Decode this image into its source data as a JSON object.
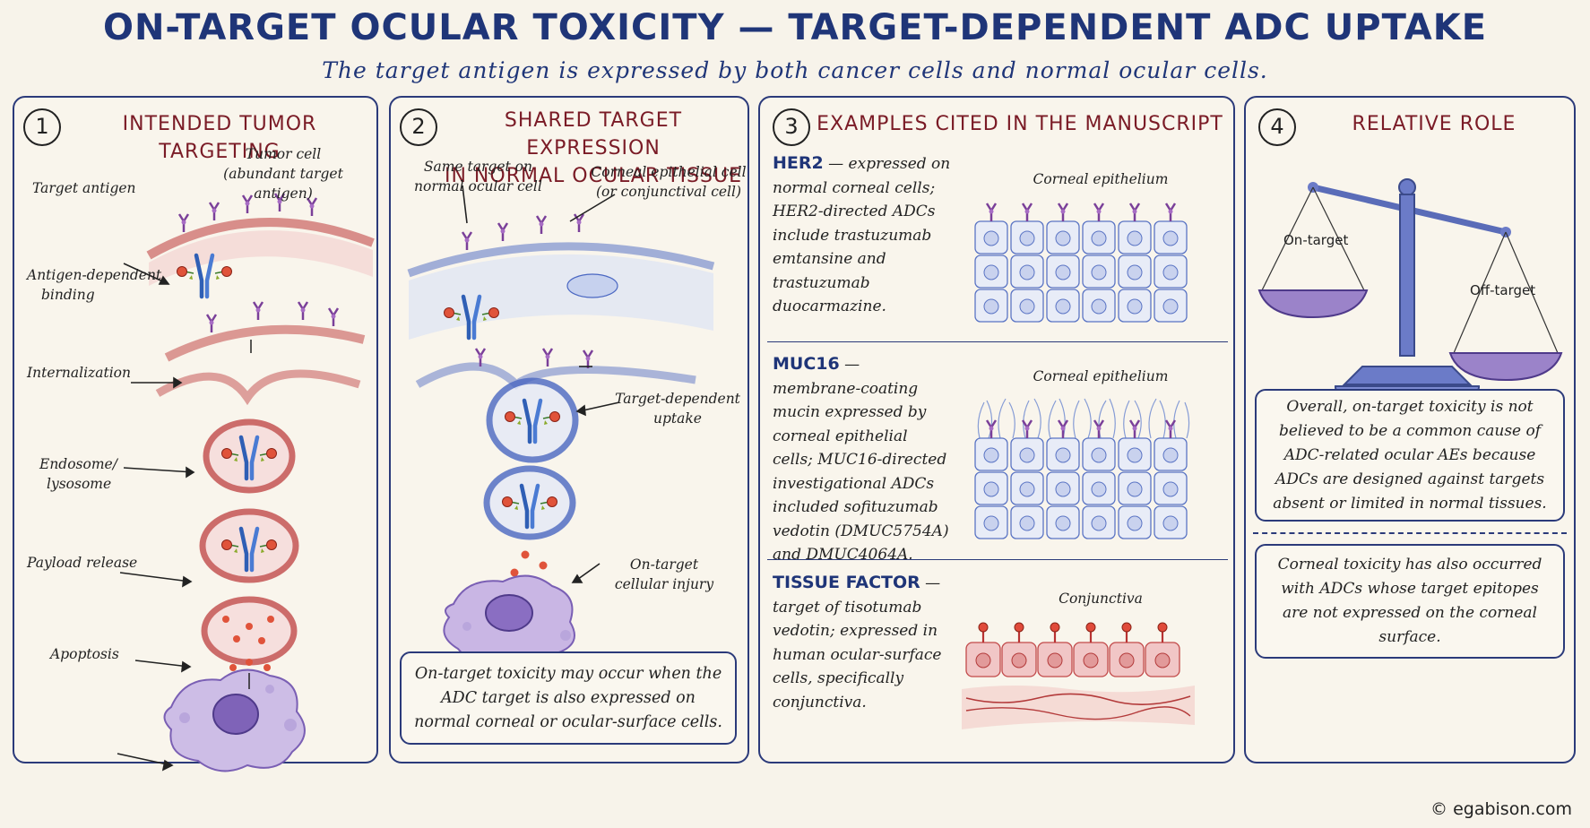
{
  "title": "ON-TARGET OCULAR TOXICITY — TARGET-DEPENDENT ADC UPTAKE",
  "subtitle": "The target antigen is expressed by both cancer cells and normal ocular cells.",
  "panel1": {
    "number": "1",
    "title": "INTENDED TUMOR TARGETING",
    "labels": {
      "tumor_cell": "Tumor cell",
      "tumor_cell_sub": "(abundant target antigen)",
      "target_antigen": "Target antigen",
      "binding1": "Antigen-dependent",
      "binding2": "binding",
      "internalization": "Internalization",
      "endosome1": "Endosome/",
      "endosome2": "lysosome",
      "payload": "Payload release",
      "apoptosis": "Apoptosis"
    }
  },
  "panel2": {
    "number": "2",
    "title1": "SHARED TARGET EXPRESSION",
    "title2": "IN NORMAL OCULAR TISSUE",
    "labels": {
      "same_target1": "Same target on",
      "same_target2": "normal ocular cell",
      "corneal_cell1": "Corneal epithelial cell",
      "corneal_cell2": "(or conjunctival cell)",
      "uptake1": "Target-dependent",
      "uptake2": "uptake",
      "injury1": "On-target",
      "injury2": "cellular injury"
    },
    "note": "On-target toxicity may occur when the ADC target is also expressed on normal corneal or ocular-surface cells."
  },
  "panel3": {
    "number": "3",
    "title": "EXAMPLES CITED IN THE MANUSCRIPT",
    "examples": [
      {
        "name": "HER2",
        "text": " — expressed on normal corneal cells; HER2-directed ADCs include trastuzumab emtansine and trastuzumab duocarmazine.",
        "tissue": "Corneal epithelium"
      },
      {
        "name": "MUC16",
        "text": " — membrane-coating mucin expressed by corneal epithelial cells; MUC16-directed investigational ADCs included sofituzumab vedotin (DMUC5754A) and DMUC4064A.",
        "tissue": "Corneal epithelium"
      },
      {
        "name": "TISSUE FACTOR",
        "text": " — target of tisotumab vedotin; expressed in human ocular-surface cells, specifically conjunctiva.",
        "tissue": "Conjunctiva"
      }
    ]
  },
  "panel4": {
    "number": "4",
    "title": "RELATIVE ROLE",
    "scale_left": "On-target",
    "scale_right": "Off-target",
    "note1": "Overall, on-target toxicity is not believed to be a common cause of ADC-related ocular AEs because ADCs are designed against targets absent or limited in normal tissues.",
    "note2": "Corneal toxicity has also occurred with ADCs whose target epitopes are not expressed on the corneal surface."
  },
  "copyright": "© egabison.com",
  "colors": {
    "navy": "#1f3578",
    "maroon": "#7a1b26",
    "tumor": "#c9414a",
    "normal": "#4a67c2",
    "antigen": "#8a4fa8",
    "payload": "#d2452e"
  }
}
